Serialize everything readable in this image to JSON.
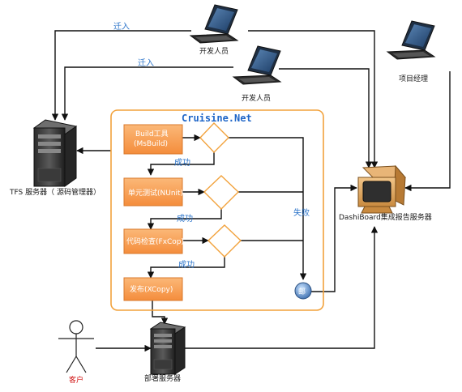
{
  "colors": {
    "step_fill": "#f8a15a",
    "step_stroke": "#d9782b",
    "decision_stroke": "#f2a23c",
    "frame_stroke": "#f2a23c",
    "label_blue": "#2a73c9",
    "title_blue": "#1f66c8",
    "caption_red": "#d01010"
  },
  "nodes": {
    "laptop_top": {
      "label": "开发人员",
      "icon": "laptop-icon"
    },
    "laptop_mid": {
      "label": "开发人员",
      "icon": "laptop-icon"
    },
    "laptop_manager": {
      "label": "项目经理",
      "icon": "laptop-icon"
    },
    "tfs_server": {
      "label": "TFS 服务器（ 源码管理器）",
      "icon": "server-tower-icon"
    },
    "dashboard": {
      "label": "DashiBoard集成报告服务器",
      "icon": "crt-monitor-icon"
    },
    "customer": {
      "label": "客户",
      "icon": "stick-figure-icon"
    },
    "deploy_server": {
      "label": "部署服务器",
      "icon": "server-tower-icon"
    }
  },
  "cruise": {
    "title": "Cruisine.Net",
    "steps": [
      {
        "label_line1": "Build工具",
        "label_line2": "(MsBuild)"
      },
      {
        "label_line1": "单元测试(NUnit)",
        "label_line2": ""
      },
      {
        "label_line1": "代码检查(FxCop)",
        "label_line2": ""
      },
      {
        "label_line1": "发布(XCopy)",
        "label_line2": ""
      }
    ],
    "success_labels": [
      "成功",
      "成功",
      "成功"
    ],
    "fail_label": "失败",
    "email_badge": "邮"
  },
  "edges": {
    "checkin_top": "迁入",
    "checkin_mid": "迁入"
  }
}
